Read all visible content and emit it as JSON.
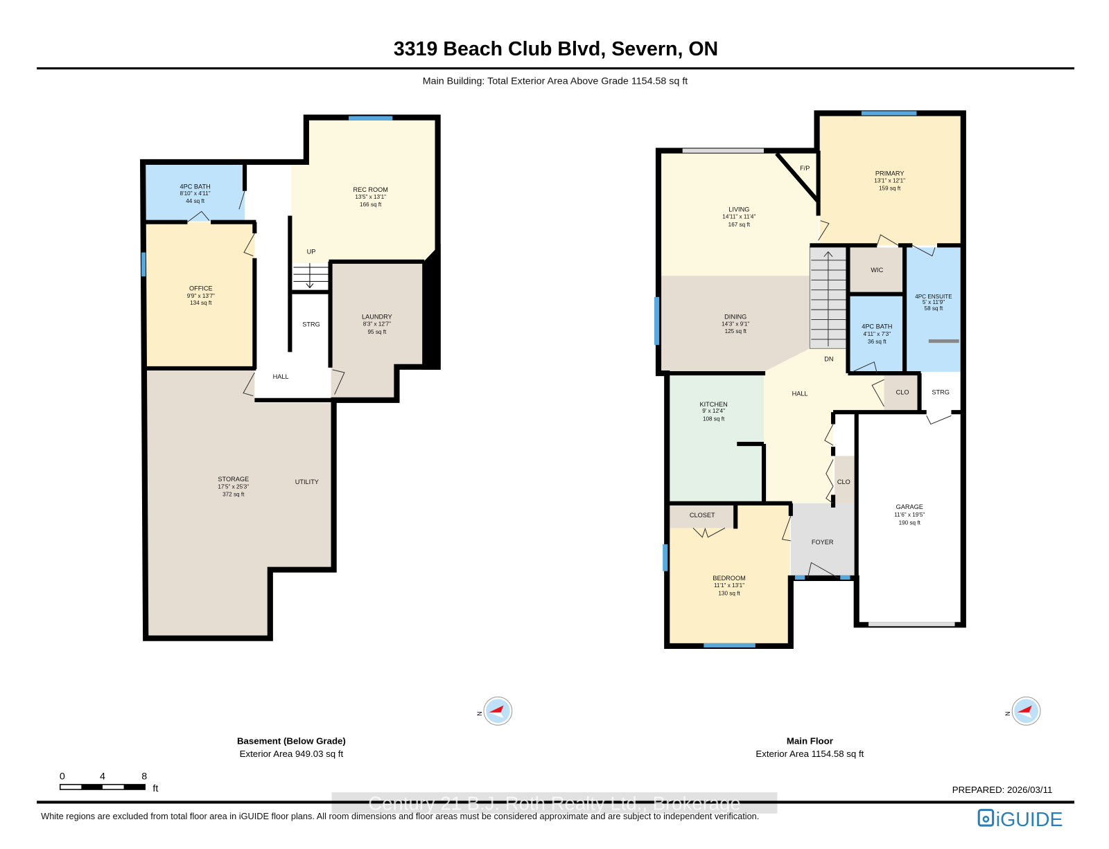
{
  "header": {
    "title": "3319 Beach Club Blvd, Severn, ON",
    "subtitle": "Main Building: Total Exterior Area Above Grade 1154.58 sq ft"
  },
  "basement": {
    "title": "Basement (Below Grade)",
    "area": "Exterior Area 949.03 sq ft",
    "rooms": [
      {
        "name": "4PC BATH",
        "dims": "8'10\" x 4'11\"",
        "area": "44 sq ft"
      },
      {
        "name": "REC ROOM",
        "dims": "13'5\" x 13'1\"",
        "area": "166 sq ft"
      },
      {
        "name": "OFFICE",
        "dims": "9'9\" x 13'7\"",
        "area": "134 sq ft"
      },
      {
        "name": "LAUNDRY",
        "dims": "8'3\" x 12'7\"",
        "area": "95 sq ft"
      },
      {
        "name": "STORAGE",
        "dims": "17'5\" x 25'3\"",
        "area": "372 sq ft"
      }
    ],
    "labels": {
      "up": "UP",
      "strg": "STRG",
      "hall": "HALL",
      "utility": "UTILITY"
    }
  },
  "main_floor": {
    "title": "Main Floor",
    "area": "Exterior Area 1154.58 sq ft",
    "rooms": [
      {
        "name": "PRIMARY",
        "dims": "13'1\" x 12'1\"",
        "area": "159 sq ft"
      },
      {
        "name": "LIVING",
        "dims": "14'11\" x 11'4\"",
        "area": "167 sq ft"
      },
      {
        "name": "4PC ENSUITE",
        "dims": "5' x 11'9\"",
        "area": "58 sq ft"
      },
      {
        "name": "DINING",
        "dims": "14'3\" x 9'1\"",
        "area": "125 sq ft"
      },
      {
        "name": "4PC BATH",
        "dims": "4'11\" x 7'3\"",
        "area": "36 sq ft"
      },
      {
        "name": "KITCHEN",
        "dims": "9' x 12'4\"",
        "area": "108 sq ft"
      },
      {
        "name": "GARAGE",
        "dims": "11'6\" x 19'5\"",
        "area": "190 sq ft"
      },
      {
        "name": "BEDROOM",
        "dims": "11'1\" x 13'1\"",
        "area": "130 sq ft"
      }
    ],
    "labels": {
      "fp": "F/P",
      "wic": "WIC",
      "dn": "DN",
      "hall": "HALL",
      "clo": "CLO",
      "strg": "STRG",
      "clo2": "CLO",
      "closet": "CLOSET",
      "foyer": "FOYER"
    }
  },
  "compass": {
    "label": "N"
  },
  "scale": {
    "ticks": [
      "0",
      "4",
      "8"
    ],
    "unit": "ft"
  },
  "prepared": "PREPARED: 2026/03/11",
  "watermark": "Century 21 B.J. Roth Realty Ltd., Brokerage",
  "disclaimer": "White regions are excluded from total floor area in iGUIDE floor plans. All room dimensions and floor areas must be considered approximate and are subject to independent verification.",
  "logo": "iGUIDE",
  "colors": {
    "bath": "#bfe3fb",
    "bedroom": "#fdf0c8",
    "living": "#fdf8e0",
    "utility": "#e6ddd2",
    "kitchen": "#e4f1e7",
    "logo": "#2a7fb8"
  }
}
